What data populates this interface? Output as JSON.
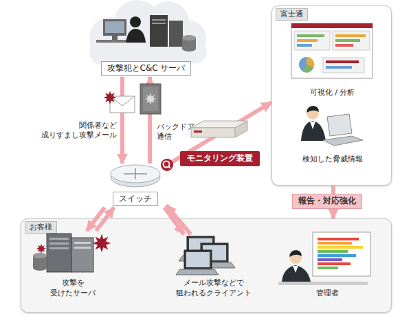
{
  "diagram": {
    "nodes": [
      {
        "text": [
          "攻撃犯とC&C サーバ"
        ]
      },
      {
        "text": [
          "スイッチ"
        ]
      },
      {
        "text": [
          "富士通"
        ]
      },
      {
        "text": [
          "可視化 / 分析"
        ],
        "in": 2
      },
      {
        "text": [
          "検知した脅威情報"
        ],
        "in": 2
      },
      {
        "text": [
          "お客様"
        ]
      },
      {
        "text": [
          "攻撃を 受けたサーバ"
        ],
        "in": 5
      },
      {
        "text": [
          "メール攻撃などで 狙われるクライアント"
        ],
        "in": 5
      },
      {
        "text": [
          "管理者"
        ],
        "in": 5
      }
    ],
    "edges": [
      {
        "from": 0,
        "to": 1,
        "arrow": "to",
        "label": "関係者など 成りすまし攻撃メール"
      },
      {
        "from": 1,
        "to": 0,
        "arrow": "to",
        "label": "バックドア 通信"
      },
      {
        "from": 1,
        "to": 2,
        "arrow": "to",
        "label": "モニタリング装置"
      },
      {
        "from": 2,
        "to": 5,
        "arrow": "to",
        "label": "報告・対応強化"
      },
      {
        "from": 1,
        "to": 6,
        "arrow": "to"
      },
      {
        "from": 6,
        "to": 1,
        "arrow": "to"
      },
      {
        "from": 1,
        "to": 7,
        "arrow": "to"
      },
      {
        "from": 7,
        "to": 1,
        "arrow": "to"
      }
    ]
  }
}
